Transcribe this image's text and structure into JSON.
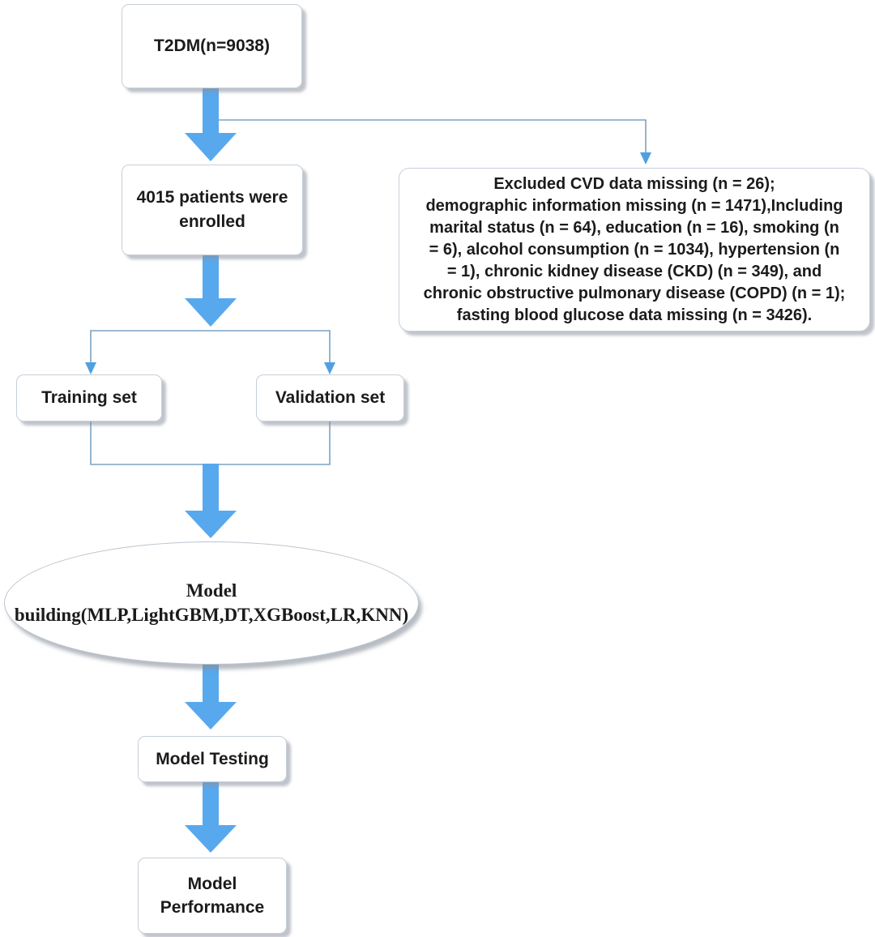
{
  "colors": {
    "thick_arrow": "#58a8ee",
    "connector_line": "#7da2c1",
    "connector_arrowhead": "#4fa0e2",
    "node_border": "#c7cfd8",
    "text": "#1b1b1b"
  },
  "nodes": {
    "t2dm": {
      "label": "T2DM(n=9038)"
    },
    "enrolled": {
      "label": "4015 patients were\nenrolled"
    },
    "excluded": {
      "label": "Excluded CVD data missing (n = 26);\ndemographic information missing (n = 1471),Including\nmarital status (n = 64), education (n = 16), smoking (n\n= 6), alcohol consumption (n = 1034), hypertension (n\n= 1), chronic kidney disease (CKD) (n = 349), and\nchronic obstructive pulmonary disease (COPD) (n = 1);\nfasting blood glucose data missing (n = 3426)."
    },
    "training": {
      "label": "Training set"
    },
    "validation": {
      "label": "Validation set"
    },
    "model_building": {
      "label": "Model\nbuilding(MLP,LightGBM,DT,XGBoost,LR,KNN)"
    },
    "model_testing": {
      "label": "Model Testing"
    },
    "model_performance": {
      "label": "Model\nPerformance"
    }
  }
}
